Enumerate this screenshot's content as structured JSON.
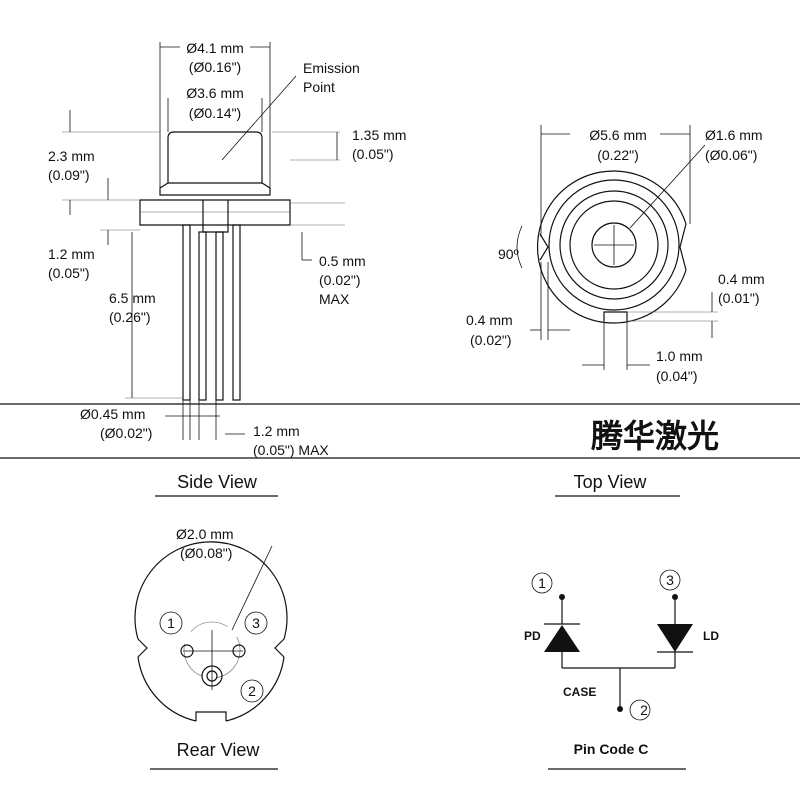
{
  "brand": "腾华激光",
  "side_view": {
    "title": "Side View",
    "dims": {
      "d41": "Ø4.1 mm",
      "d41_in": "(Ø0.16\")",
      "d36": "Ø3.6 mm",
      "d36_in": "(Ø0.14\")",
      "emission1": "Emission",
      "emission2": "Point",
      "h135": "1.35 mm",
      "h135_in": "(0.05\")",
      "h23": "2.3 mm",
      "h23_in": "(0.09\")",
      "h12": "1.2 mm",
      "h12_in": "(0.05\")",
      "h05": "0.5 mm",
      "h05_in": "(0.02\")",
      "h05_max": "MAX",
      "l65": "6.5 mm",
      "l65_in": "(0.26\")",
      "d045": "Ø0.45 mm",
      "d045_in": "(Ø0.02\")",
      "p12": "1.2 mm",
      "p12_in": "(0.05\") MAX"
    }
  },
  "top_view": {
    "title": "Top View",
    "dims": {
      "d56": "Ø5.6 mm",
      "d56_in": "(0.22\")",
      "d16": "Ø1.6 mm",
      "d16_in": "(Ø0.06\")",
      "a90": "90º",
      "w04r": "0.4 mm",
      "w04r_in": "(0.01\")",
      "w04l": "0.4 mm",
      "w04l_in": "(0.02\")",
      "w10": "1.0 mm",
      "w10_in": "(0.04\")"
    }
  },
  "rear_view": {
    "title": "Rear View",
    "d20": "Ø2.0 mm",
    "d20_in": "(Ø0.08\")",
    "pins": [
      "1",
      "2",
      "3"
    ]
  },
  "pin_code": {
    "title": "Pin Code C",
    "pd": "PD",
    "ld": "LD",
    "case": "CASE",
    "pins": [
      "1",
      "2",
      "3"
    ]
  }
}
